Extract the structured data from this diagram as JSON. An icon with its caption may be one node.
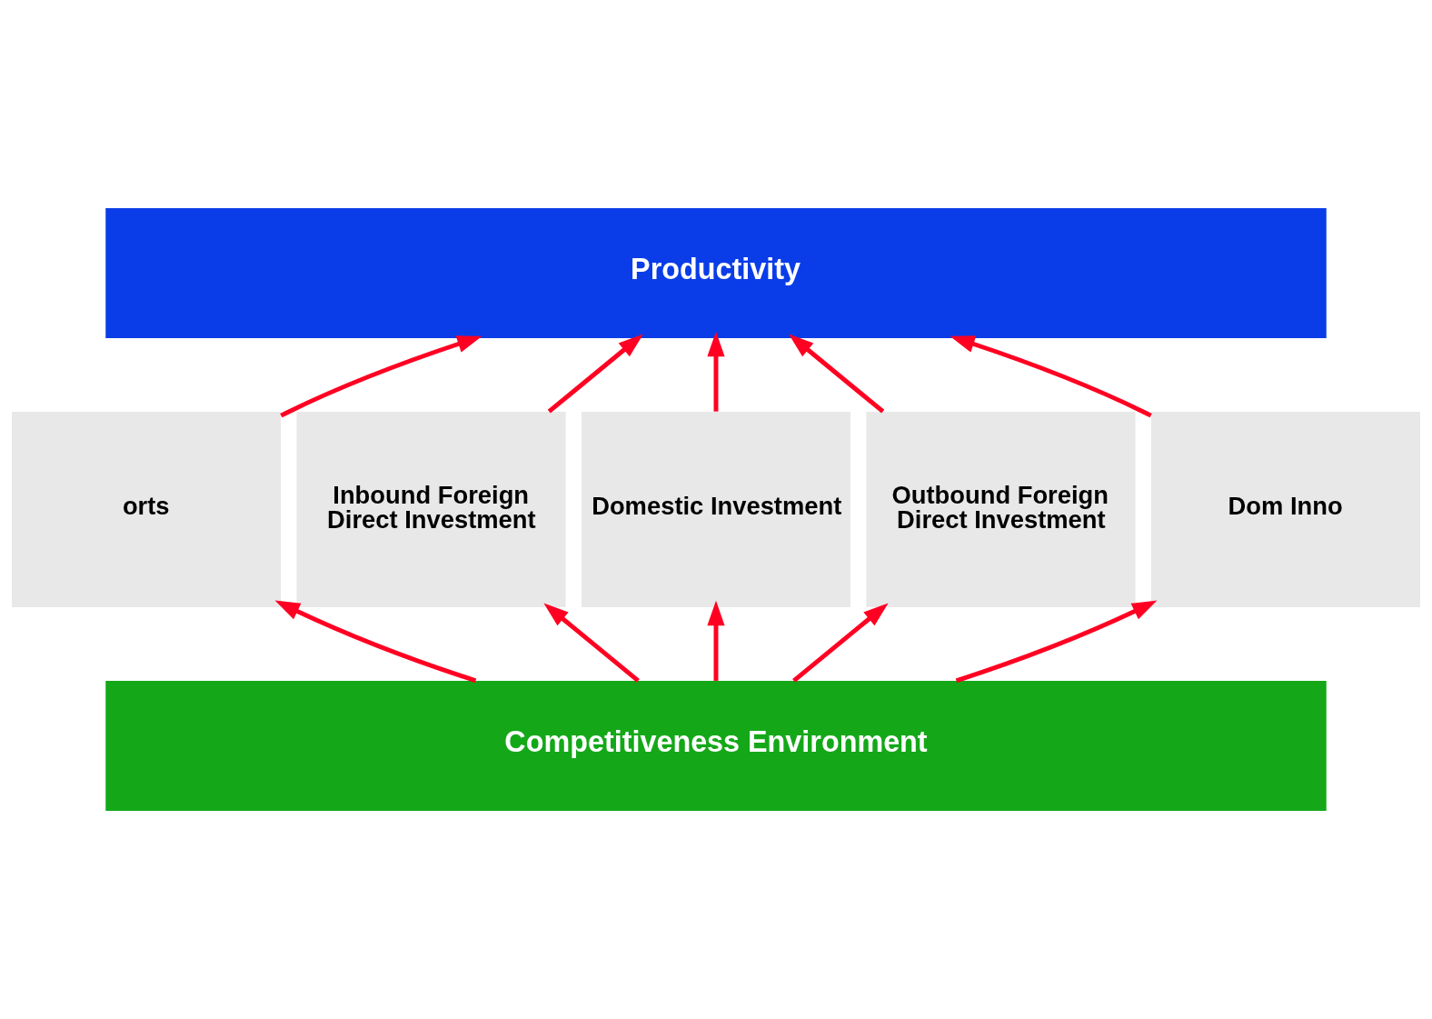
{
  "diagram": {
    "nodes": [
      {
        "text": [
          "Productivity"
        ]
      },
      {
        "text": [
          "orts"
        ]
      },
      {
        "text": [
          "Inbound Foreign Direct Investment"
        ]
      },
      {
        "text": [
          "Domestic Investment"
        ]
      },
      {
        "text": [
          "Outbound Foreign Direct Investment"
        ]
      },
      {
        "text": [
          "Dom Inno"
        ]
      },
      {
        "text": [
          "Competitiveness Environment"
        ]
      }
    ],
    "edges": [
      {
        "from": 1,
        "to": 0,
        "arrow": "to"
      },
      {
        "from": 2,
        "to": 0,
        "arrow": "to"
      },
      {
        "from": 3,
        "to": 0,
        "arrow": "to"
      },
      {
        "from": 4,
        "to": 0,
        "arrow": "to"
      },
      {
        "from": 5,
        "to": 0,
        "arrow": "to"
      },
      {
        "from": 6,
        "to": 1,
        "arrow": "to"
      },
      {
        "from": 6,
        "to": 2,
        "arrow": "to"
      },
      {
        "from": 6,
        "to": 3,
        "arrow": "to"
      },
      {
        "from": 6,
        "to": 4,
        "arrow": "to"
      },
      {
        "from": 6,
        "to": 5,
        "arrow": "to"
      }
    ]
  }
}
